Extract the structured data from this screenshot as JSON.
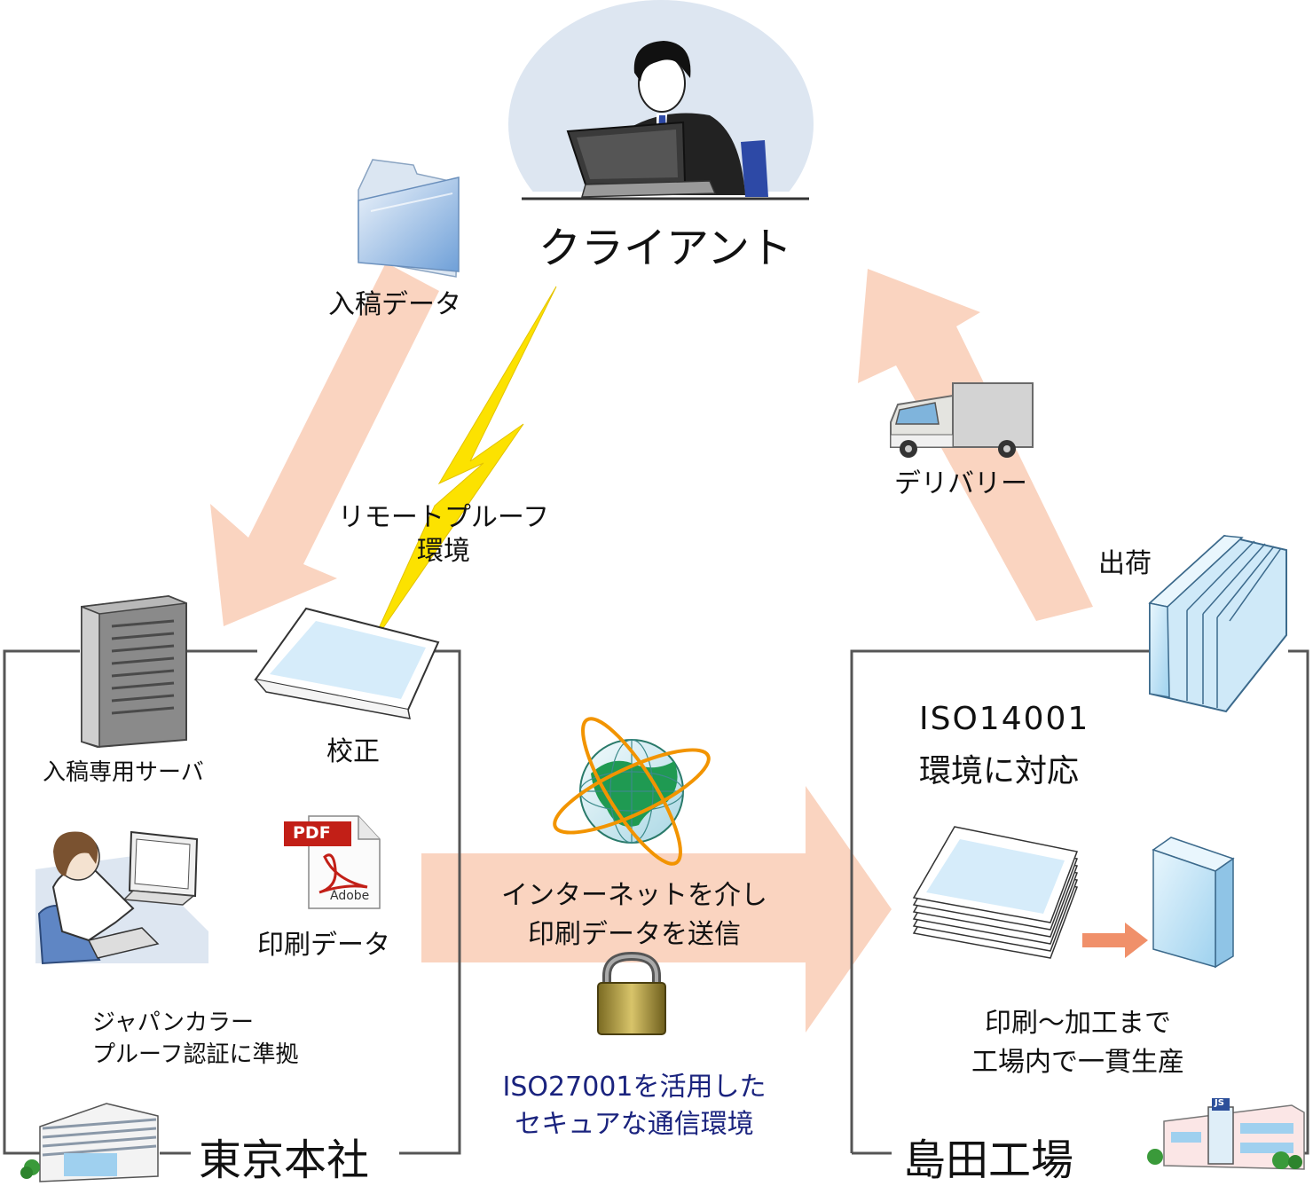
{
  "client": {
    "label": "クライアント"
  },
  "flows": {
    "incoming_data": "入稿データ",
    "remote_proof": [
      "リモートプルーフ",
      "環境"
    ],
    "delivery": "デリバリー",
    "shipping": "出荷"
  },
  "tokyo": {
    "name": "東京本社",
    "server": "入稿専用サーバ",
    "proof": "校正",
    "pdf_badge": "PDF",
    "adobe": "Adobe",
    "print_data": "印刷データ",
    "certification": [
      "ジャパンカラー",
      "プルーフ認証に準拠"
    ]
  },
  "transfer": {
    "internet": [
      "インターネットを介し",
      "印刷データを送信"
    ],
    "security": [
      "ISO27001を活用した",
      "セキュアな通信環境"
    ]
  },
  "shimada": {
    "name": "島田工場",
    "iso": [
      "ISO14001",
      "環境に対応"
    ],
    "production": [
      "印刷～加工まで",
      "工場内で一貫生産"
    ],
    "sign": "JS"
  },
  "colors": {
    "flow_arrow": "#fad4c0",
    "lightning": "#fce200",
    "box_line": "#555555",
    "security_text": "#1a237e",
    "orbit": "#f29400",
    "small_arrow": "#f0906a"
  }
}
